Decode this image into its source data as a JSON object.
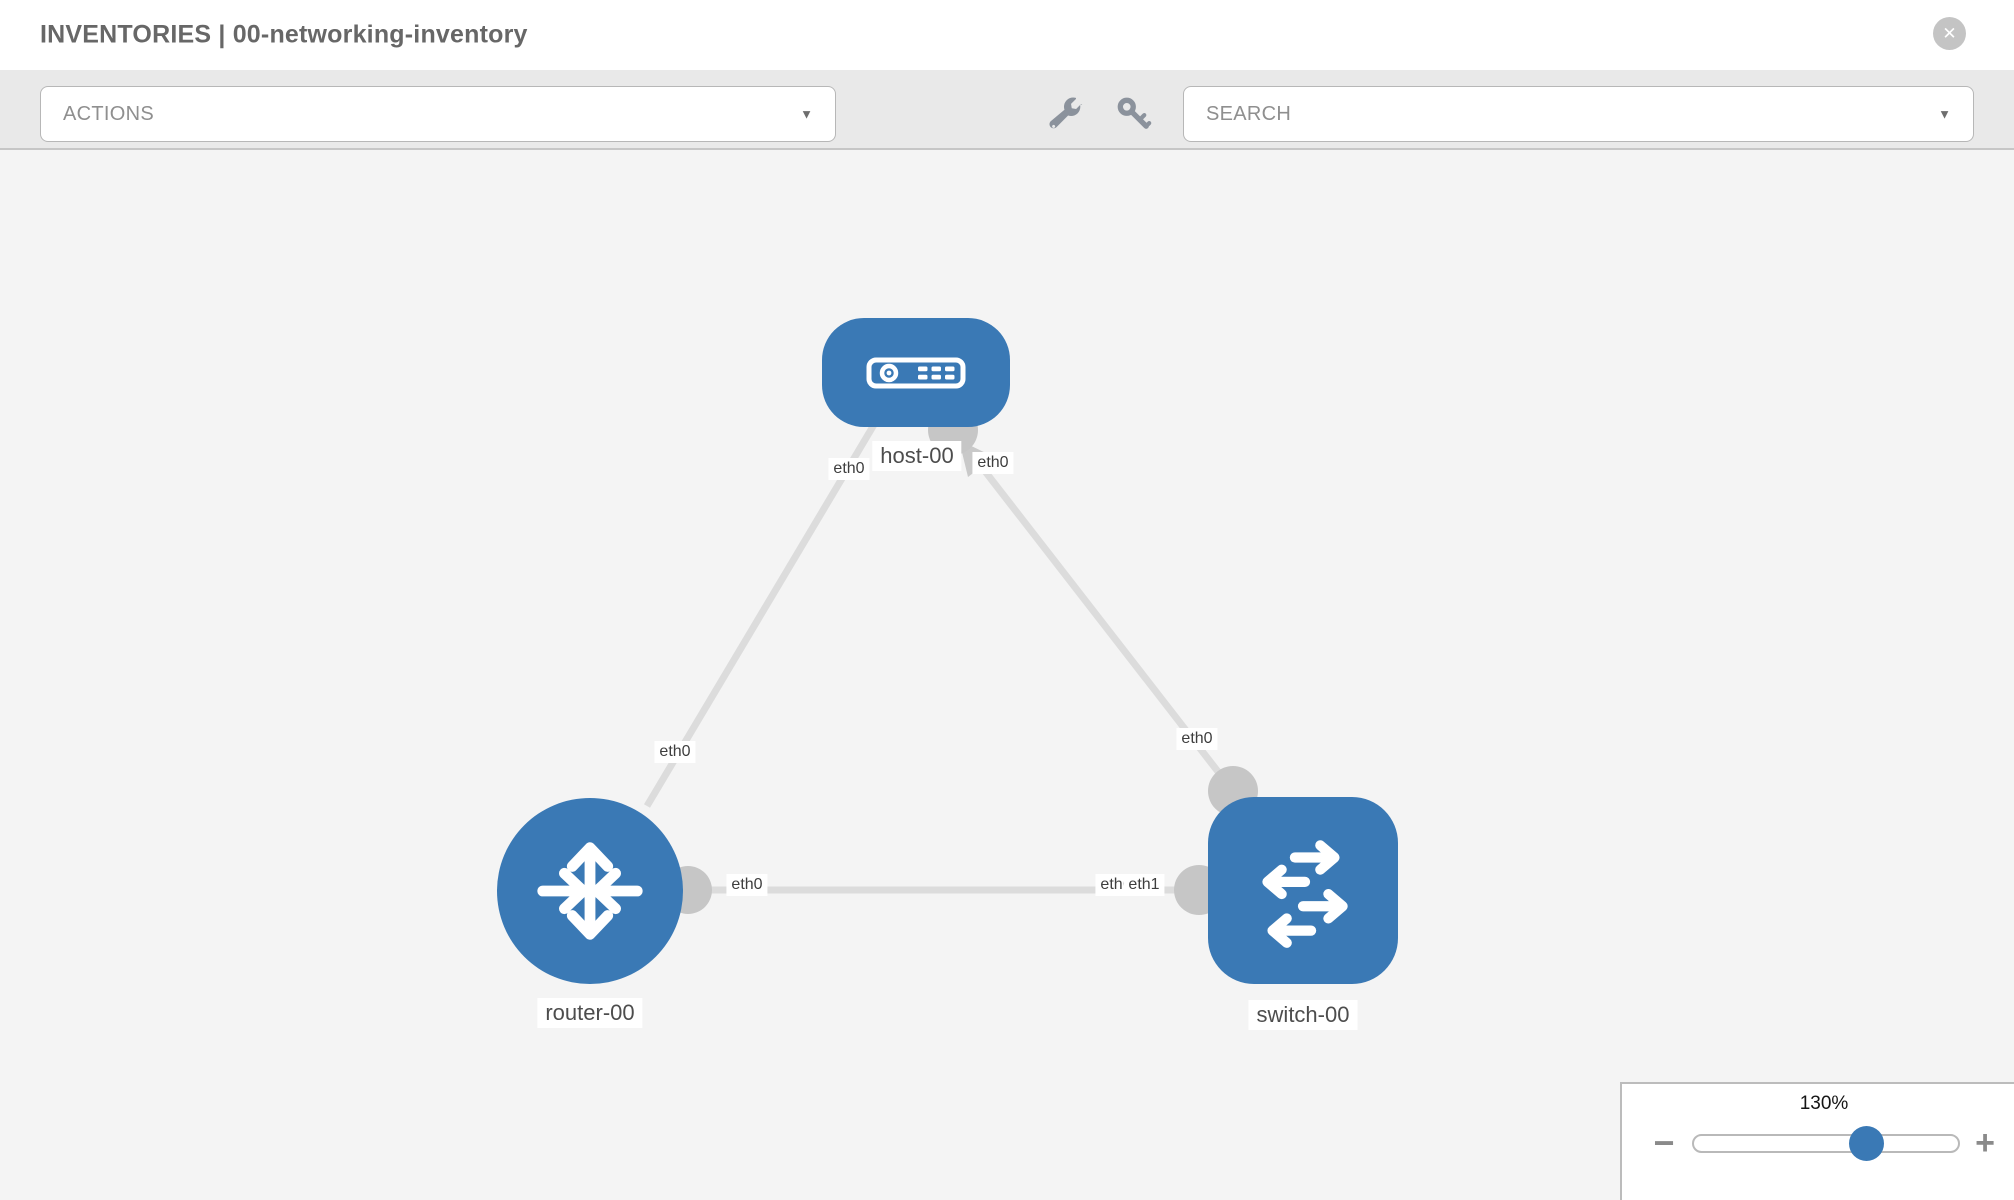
{
  "header": {
    "title": "INVENTORIES | 00-networking-inventory",
    "close_label": "✕"
  },
  "toolbar": {
    "actions_label": "ACTIONS",
    "search_label": "SEARCH",
    "caret": "▼",
    "icons": [
      {
        "name": "wrench-icon"
      },
      {
        "name": "key-icon"
      }
    ]
  },
  "topology": {
    "nodes": [
      {
        "id": "host-00",
        "label": "host-00",
        "type": "host",
        "shape": "rounded-rect"
      },
      {
        "id": "router-00",
        "label": "router-00",
        "type": "router",
        "shape": "circle"
      },
      {
        "id": "switch-00",
        "label": "switch-00",
        "type": "switch",
        "shape": "rounded-square"
      }
    ],
    "links": [
      {
        "from": "host-00",
        "to": "router-00",
        "from_label": "eth0",
        "to_label": "eth0"
      },
      {
        "from": "host-00",
        "to": "switch-00",
        "from_label": "eth0",
        "to_label": "eth0"
      },
      {
        "from": "router-00",
        "to": "switch-00",
        "from_label": "eth0",
        "to_label": "eth1",
        "to_label_back": "eth0"
      }
    ]
  },
  "zoom": {
    "level": "130%",
    "minus": "−",
    "plus": "+"
  },
  "colors": {
    "node_blue": "#3a79b5",
    "link_gray": "#dcdcdc",
    "connector_gray": "#c6c6c6",
    "toolbar_bg": "#e9e9e9",
    "canvas_bg": "#f4f4f4",
    "slider_handle": "#3a79b5"
  }
}
